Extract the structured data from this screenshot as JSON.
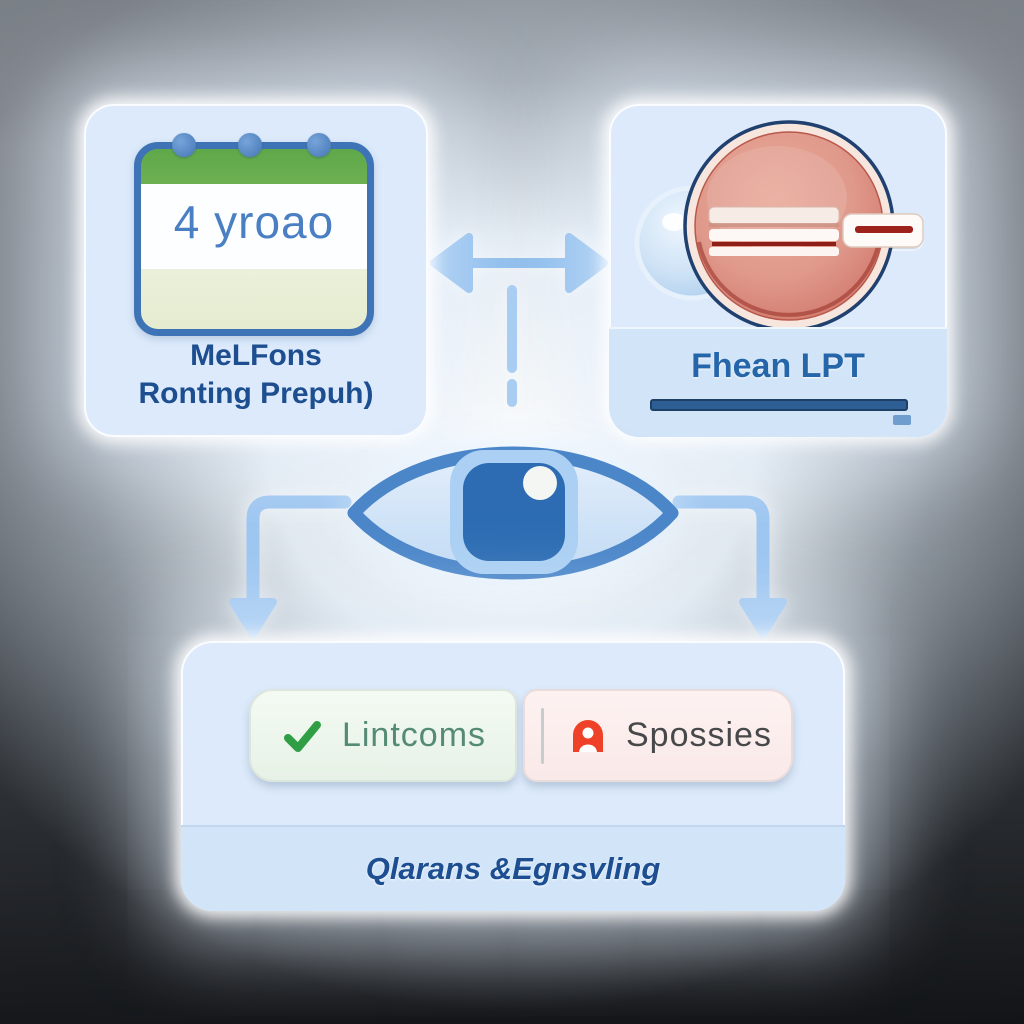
{
  "diagram": {
    "top_left_card": {
      "calendar_text": "4 yroao",
      "title_line1": "MeLFons",
      "title_line2": "Ronting Prepuh)"
    },
    "top_right_card": {
      "title": "Fhean LPT"
    },
    "bottom_card": {
      "left_button_label": "Lintcoms",
      "right_button_label": "Spossies",
      "caption": "Qlarans &Egnsvling"
    },
    "colors": {
      "card_bg": "#dceafb",
      "title_blue": "#1d4e91",
      "label_blue": "#2565aa",
      "calendar_text_blue": "#4a80c3",
      "calendar_green": "#61aa4a",
      "calendar_border_blue": "#3e74b6",
      "arrow_blue": "#8dbcec",
      "eye_outline_blue": "#4b86c9",
      "pupil_blue": "#2d6cb3",
      "check_green": "#2f9e44",
      "person_red": "#ee4128",
      "button_green_text": "#558b76",
      "button_gray_text": "#47484a",
      "navy_bar": "#2e5f94",
      "dish_salmon": "#dd8d80"
    }
  }
}
